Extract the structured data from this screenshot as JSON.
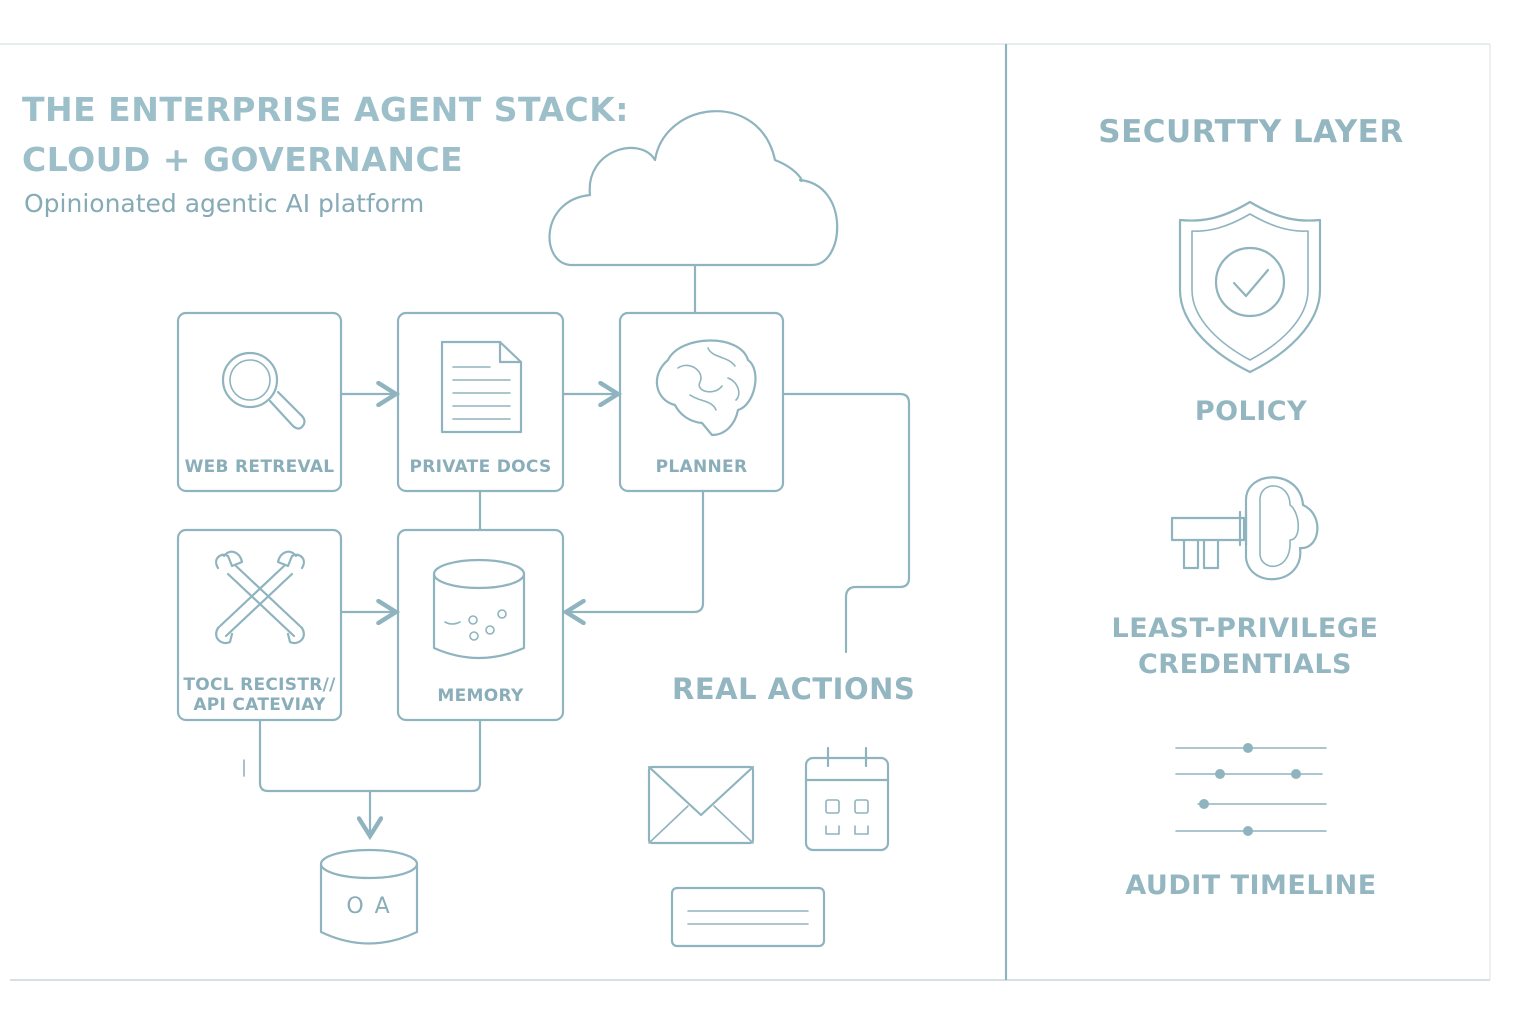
{
  "title": {
    "line1": "THE ENTERPRISE AGENT STACK:",
    "line2": "CLOUD + GOVERNANCE",
    "subtitle": "Opinionated agentic AI platform"
  },
  "components": {
    "web_retrieval": "WEB RETREVAL",
    "private_docs": "PRIVATE DOCS",
    "planner": "PLANNER",
    "tool_registry_line1": "TOCL RECISTR//",
    "tool_registry_line2": "API CATEVIAY",
    "memory": "MEMORY",
    "database_label": "O A"
  },
  "real_actions": {
    "heading": "REAL ACTIONS"
  },
  "security": {
    "heading": "SECURTTY LAYER",
    "policy": "POLICY",
    "credentials_line1": "LEAST-PRIVILEGE",
    "credentials_line2": "CREDENTIALS",
    "audit": "AUDIT TIMELINE"
  },
  "colors": {
    "line": "#8fb4bf",
    "title": "#9dbfca",
    "background": "#ffffff"
  },
  "icons": [
    "cloud-icon",
    "magnifier-icon",
    "document-icon",
    "brain-icon",
    "wrench-icon",
    "database-icon",
    "email-icon",
    "calendar-icon",
    "form-field-icon",
    "shield-check-icon",
    "key-icon",
    "timeline-sliders-icon"
  ]
}
